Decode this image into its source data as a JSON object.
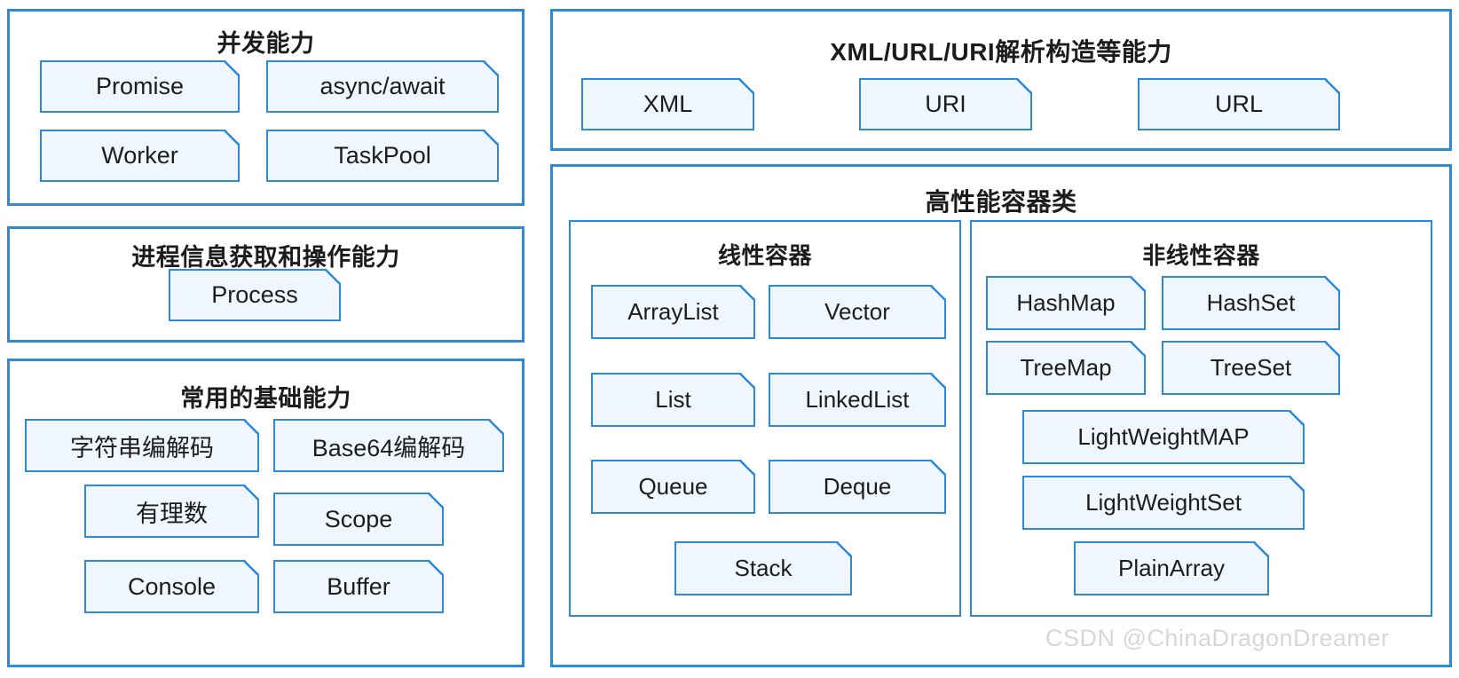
{
  "diagram": {
    "watermark": "CSDN @ChinaDragonDreamer",
    "accent_color": "#2d8ad8",
    "box_fill_color": "#eff6fd",
    "text_color": "#1d1d1d"
  },
  "panels": {
    "concurrency": {
      "title": "并发能力",
      "items": [
        {
          "label": "Promise"
        },
        {
          "label": "async/await"
        },
        {
          "label": "Worker"
        },
        {
          "label": "TaskPool"
        }
      ]
    },
    "process": {
      "title": "进程信息获取和操作能力",
      "items": [
        {
          "label": "Process"
        }
      ]
    },
    "basic": {
      "title": "常用的基础能力",
      "items": [
        {
          "label": "字符串编解码"
        },
        {
          "label": "Base64编解码"
        },
        {
          "label": "有理数"
        },
        {
          "label": "Scope"
        },
        {
          "label": "Console"
        },
        {
          "label": "Buffer"
        }
      ]
    },
    "parsing": {
      "title": "XML/URL/URI解析构造等能力",
      "items": [
        {
          "label": "XML"
        },
        {
          "label": "URI"
        },
        {
          "label": "URL"
        }
      ]
    },
    "containers": {
      "title": "高性能容器类",
      "linear": {
        "title": "线性容器",
        "items": [
          {
            "label": "ArrayList"
          },
          {
            "label": "Vector"
          },
          {
            "label": "List"
          },
          {
            "label": "LinkedList"
          },
          {
            "label": "Queue"
          },
          {
            "label": "Deque"
          },
          {
            "label": "Stack"
          }
        ]
      },
      "nonlinear": {
        "title": "非线性容器",
        "items": [
          {
            "label": "HashMap"
          },
          {
            "label": "HashSet"
          },
          {
            "label": "TreeMap"
          },
          {
            "label": "TreeSet"
          },
          {
            "label": "LightWeightMAP"
          },
          {
            "label": "LightWeightSet"
          },
          {
            "label": "PlainArray"
          }
        ]
      }
    }
  }
}
